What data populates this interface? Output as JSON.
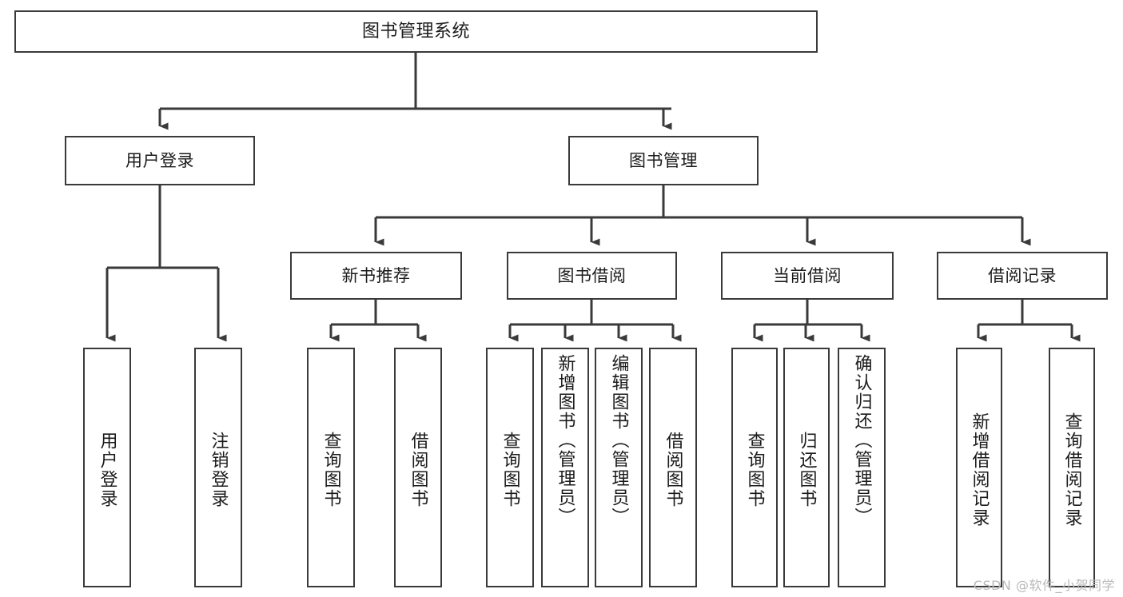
{
  "diagram": {
    "type": "tree-hierarchy-chart",
    "title": "图书管理系统",
    "watermark": "CSDN @软件_小贺同学",
    "colors": {
      "box_border": "#3a3a3a",
      "box_fill": "#ffffff",
      "connector": "#3a3a3a",
      "text": "#1b1b1b",
      "watermark": "#b9b9b9"
    },
    "levels": {
      "root": "图书管理系统",
      "level2": [
        "用户登录",
        "图书管理"
      ],
      "level3": [
        "新书推荐",
        "图书借阅",
        "当前借阅",
        "借阅记录"
      ],
      "level4": [
        "用户登录",
        "注销登录",
        "查询图书",
        "借阅图书",
        "查询图书",
        "新增图书（管理员）",
        "编辑图书（管理员）",
        "借阅图书",
        "查询图书",
        "归还图书",
        "确认归还（管理员）",
        "新增借阅记录",
        "查询借阅记录"
      ]
    },
    "nodes": {
      "root": {
        "label": "图书管理系统"
      },
      "user_login": {
        "label": "用户登录"
      },
      "book_manage": {
        "label": "图书管理"
      },
      "new_book_rec": {
        "label": "新书推荐"
      },
      "book_borrow": {
        "label": "图书借阅"
      },
      "current_borrow": {
        "label": "当前借阅"
      },
      "borrow_record": {
        "label": "借阅记录"
      },
      "leaf_user_login": {
        "label": "用户登录"
      },
      "leaf_logout": {
        "label": "注销登录"
      },
      "leaf_query_book_1": {
        "label": "查询图书"
      },
      "leaf_borrow_book_1": {
        "label": "借阅图书"
      },
      "leaf_query_book_2": {
        "label": "查询图书"
      },
      "leaf_add_book": {
        "label": "新增图书（管理员）"
      },
      "leaf_edit_book": {
        "label": "编辑图书（管理员）"
      },
      "leaf_borrow_book_2": {
        "label": "借阅图书"
      },
      "leaf_query_book_3": {
        "label": "查询图书"
      },
      "leaf_return_book": {
        "label": "归还图书"
      },
      "leaf_confirm_return": {
        "label": "确认归还（管理员）"
      },
      "leaf_add_record": {
        "label": "新增借阅记录"
      },
      "leaf_query_record": {
        "label": "查询借阅记录"
      }
    }
  }
}
